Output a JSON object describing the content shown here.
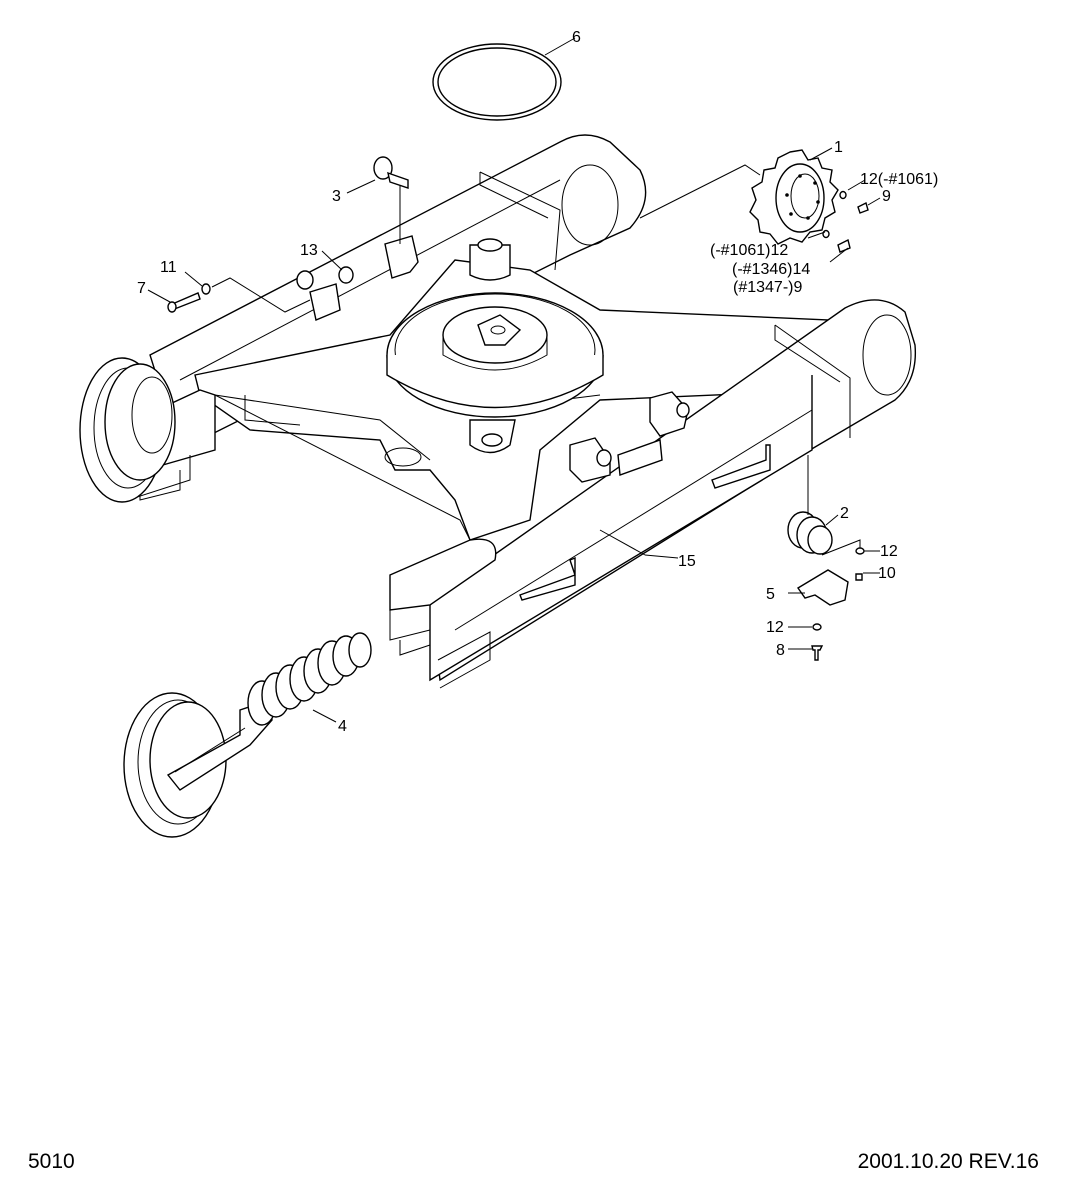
{
  "callouts": {
    "c1": "1",
    "c2": "2",
    "c3": "3",
    "c4": "4",
    "c5": "5",
    "c6": "6",
    "c7": "7",
    "c8": "8",
    "c9": "9",
    "c10": "10",
    "c11": "11",
    "c12a": "12(-#1061)",
    "c12b": "(-#1061)12",
    "c12c": "12",
    "c12d": "12",
    "c13": "13",
    "c14": "(-#1346)14",
    "c9b": "(#1347-)9",
    "c15": "15"
  },
  "footer": {
    "page_number": "5010",
    "revision": "2001.10.20 REV.16"
  }
}
